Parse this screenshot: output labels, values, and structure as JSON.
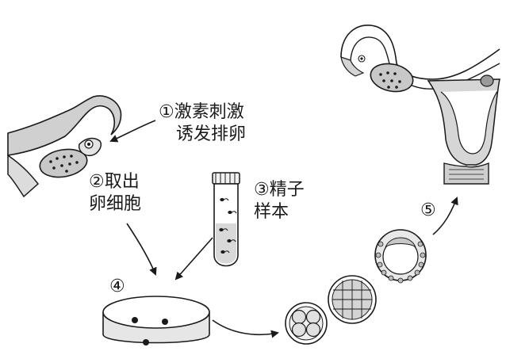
{
  "labels": {
    "step1": {
      "num": "①",
      "line1": "激素刺激",
      "line2": "诱发排卵"
    },
    "step2": {
      "num": "②",
      "line1": "取出",
      "line2": "卵细胞"
    },
    "step3": {
      "num": "③",
      "line1": "精子",
      "line2": "样本"
    },
    "step4": {
      "num": "④"
    },
    "step5": {
      "num": "⑤"
    }
  }
}
